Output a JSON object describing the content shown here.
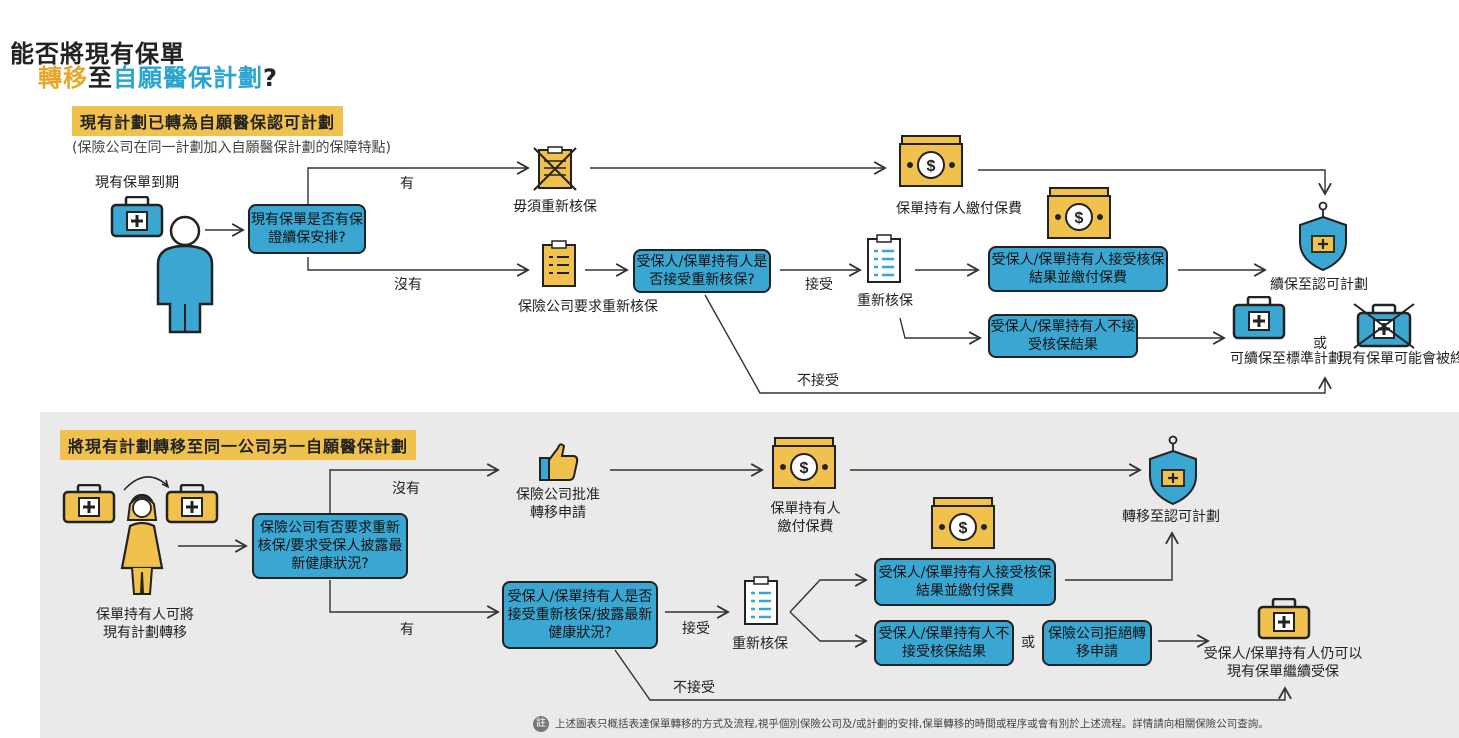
{
  "title": {
    "line1": "能否將現有保單",
    "line2_a": "轉移",
    "line2_b": "至",
    "line2_c": "自願醫保計劃",
    "line2_q": "?"
  },
  "section1": {
    "header": "現有計劃已轉為自願醫保認可計劃",
    "subtitle": "(保險公司在同一計劃加入自願醫保計劃的保障特點)",
    "start_label": "現有保單到期",
    "question": "現有保單是否有保證續保安排?",
    "yes": "有",
    "no": "沒有",
    "no_underwriting": "毋須重新核保",
    "insurer_requires": "保險公司要求重新核保",
    "accept_question": "受保人/保單持有人是否接受重新核保?",
    "accept": "接受",
    "not_accept": "不接受",
    "re_underwrite": "重新核保",
    "pay_premium": "保單持有人繳付保費",
    "accept_result": "受保人/保單持有人接受核保結果並繳付保費",
    "reject_result": "受保人/保單持有人不接受核保結果",
    "renew_certified": "續保至認可計劃",
    "renew_standard": "可續保至標準計劃",
    "or": "或",
    "may_terminate": "現有保單可能會被終止"
  },
  "section2": {
    "header": "將現有計劃轉移至同一公司另一自願醫保計劃",
    "start_label": "保單持有人可將現有計劃轉移",
    "question": "保險公司有否要求重新核保/要求受保人披露最新健康狀況?",
    "no": "沒有",
    "yes": "有",
    "insurer_approves": "保險公司批准轉移申請",
    "pay_premium": "保單持有人繳付保費",
    "transfer_certified": "轉移至認可計劃",
    "accept_question": "受保人/保單持有人是否接受重新核保/披露最新健康狀況?",
    "accept": "接受",
    "not_accept": "不接受",
    "re_underwrite": "重新核保",
    "accept_result": "受保人/保單持有人接受核保結果並繳付保費",
    "reject_result": "受保人/保單持有人不接受核保結果",
    "or": "或",
    "insurer_rejects": "保險公司拒絕轉移申請",
    "continue_existing": "受保人/保單持有人仍可以現有保單繼續受保"
  },
  "footnote": {
    "icon": "註",
    "text": "上述圖表只概括表達保單轉移的方式及流程,視乎個別保險公司及/或計劃的安排,保單轉移的時間或程序或會有別於上述流程。詳情請向相關保險公司查詢。"
  },
  "colors": {
    "blue": "#3aa7d3",
    "yellow": "#f0c24d",
    "gray_bg": "#eaeaea"
  }
}
